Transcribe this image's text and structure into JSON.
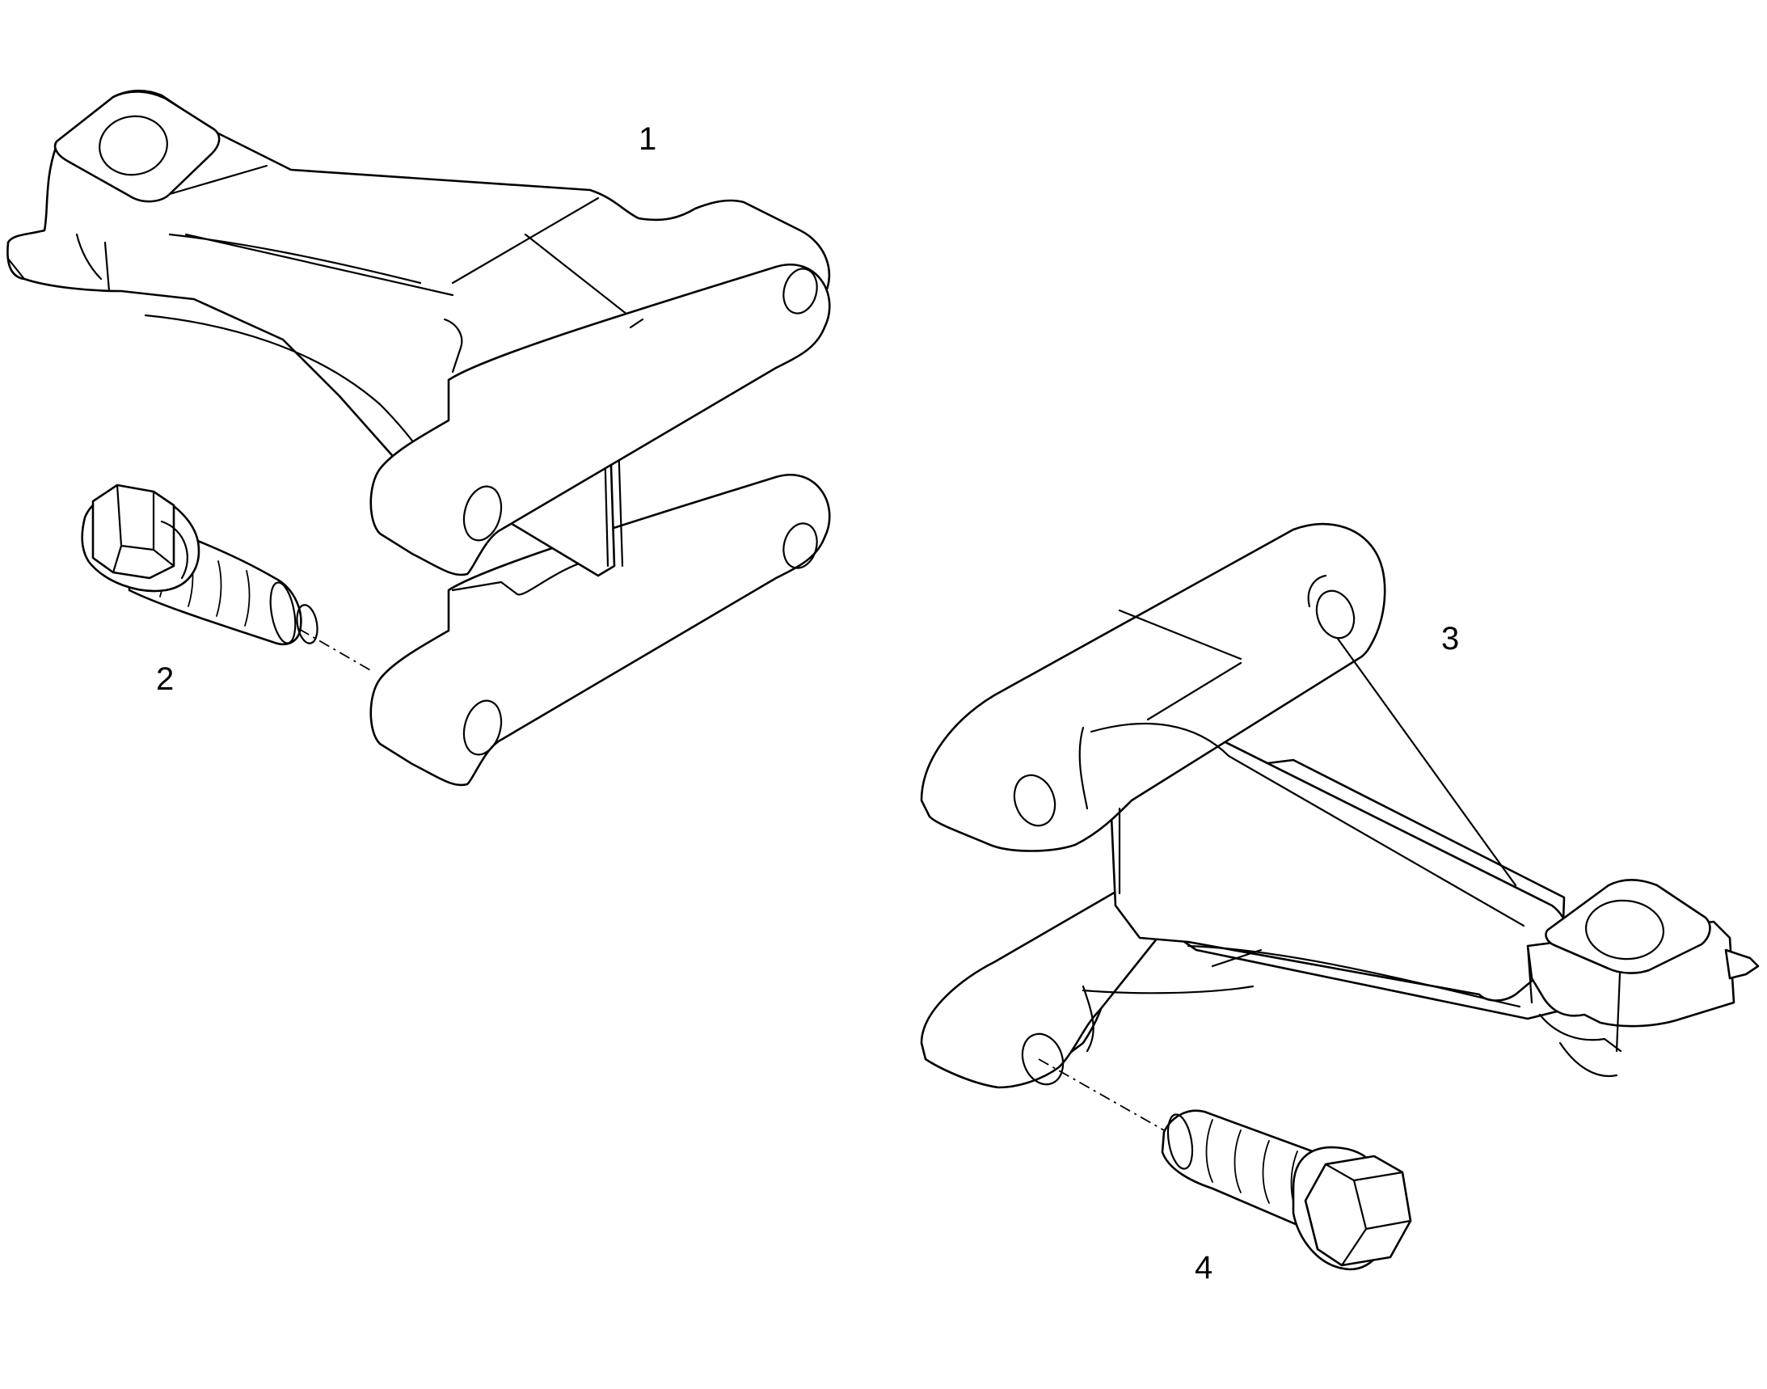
{
  "callouts": [
    {
      "id": "1",
      "text": "1"
    },
    {
      "id": "2",
      "text": "2"
    },
    {
      "id": "3",
      "text": "3"
    },
    {
      "id": "4",
      "text": "4"
    }
  ],
  "colors": {
    "line": "#000000",
    "background": "#ffffff"
  }
}
